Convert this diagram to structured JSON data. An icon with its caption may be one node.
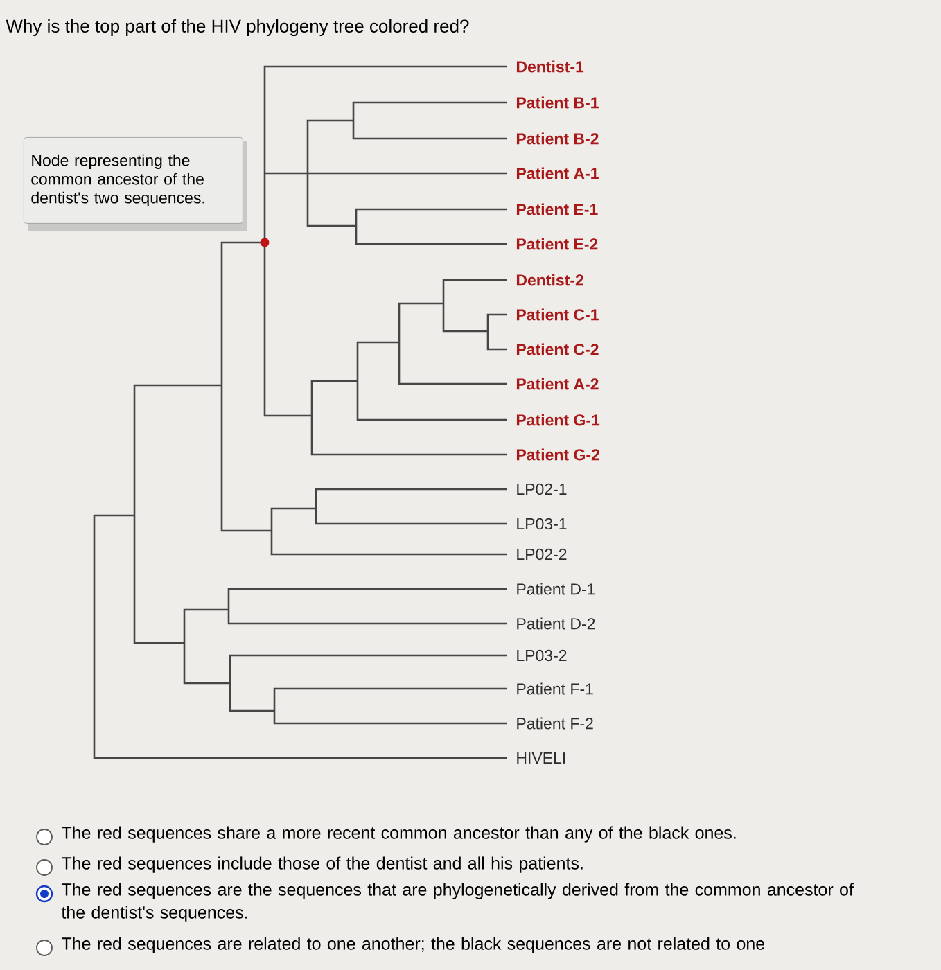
{
  "diagram": {
    "title": "Why is the top part of the HIV phylogeny tree colored red?",
    "nodes": [
      {
        "text": [
          "Node representing the common ancestor of the dentist's two sequences."
        ]
      }
    ],
    "labels": [
      "Dentist-1",
      "Patient B-1",
      "Patient B-2",
      "Patient A-1",
      "Patient E-1",
      "Patient E-2",
      "Dentist-2",
      "Patient C-1",
      "Patient C-2",
      "Patient A-2",
      "Patient G-1",
      "Patient G-2",
      "LP02-1",
      "LP03-1",
      "LP02-2",
      "Patient D-1",
      "Patient D-2",
      "LP03-2",
      "Patient F-1",
      "Patient F-2",
      "HIVELI",
      "The red sequences share a more recent common ancestor than any of the black ones.",
      "The red sequences include those of the dentist and all his patients.",
      "The red sequences are the sequences that are phylogenetically derived from the common ancestor of the dentist's sequences.",
      "The red sequences are related to one another; the black sequences are not related to one"
    ]
  }
}
